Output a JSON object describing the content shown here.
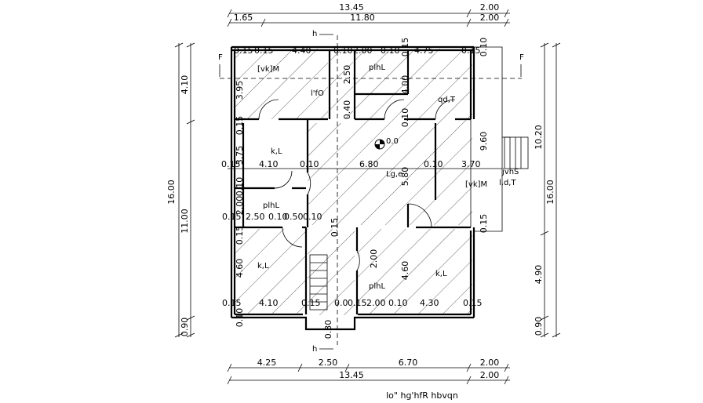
{
  "top_dims": {
    "total": "13.45",
    "right": "2.00",
    "seg1": "1.65",
    "seg2": "11.80",
    "seg3": "2.00"
  },
  "bottom_dims": {
    "seg1": "4.25",
    "seg2": "2.50",
    "seg3": "6.70",
    "seg4": "2.00",
    "total": "13.45",
    "right": "2.00"
  },
  "left_dims": {
    "total": "16.00",
    "top": "4.10",
    "mid": "11.00",
    "bottom": "0.90"
  },
  "right_dims": {
    "total": "16.00",
    "top": "10.20",
    "mid": "9.60",
    "low": "4.90",
    "bottom": "0.90"
  },
  "room_labels": {
    "top_left": "[vk]M",
    "fo": "l'fO",
    "pl_top": "plhL",
    "qd": "qd,T",
    "kl_left": "k,L",
    "center_mark": "0.0",
    "lg": "Lg,e",
    "vk_right": "[vk]M",
    "jns": "jvhS",
    "ldt": "l,d,T",
    "pl_left": "plhL",
    "kl_bottom": "k,L",
    "pl_bottom": "plhL",
    "kl_right": "k,L"
  },
  "inner_dims": {
    "r1": [
      "0.15",
      "0.15",
      "4.40",
      "0.10",
      "2.00",
      "0.10",
      "4.75",
      "0.15"
    ],
    "r2": [
      "0.15",
      "4.10",
      "0.10",
      "6.80",
      "0.10",
      "3.70"
    ],
    "r3": [
      "0.15",
      "2.50",
      "0.10",
      "0.50",
      "0.10"
    ],
    "r4": [
      "0.15",
      "4.10",
      "0.15",
      "0.0",
      "0.15",
      "2.00",
      "0.10",
      "4.30",
      "0.15"
    ],
    "vert_left": [
      "3.95",
      "3.75",
      "2.00",
      "4.60"
    ],
    "vert_mid": [
      "2.50",
      "0.40",
      "4.00",
      "5.80",
      "4.60",
      "2.00",
      "0.30"
    ],
    "vert_right": [
      "9.60",
      "0.15"
    ],
    "small": [
      "0.15",
      "0.10",
      "0.15",
      "0.10",
      "0.15",
      "0.10",
      "0.15",
      "0.10"
    ]
  },
  "markers": {
    "section_left": "F",
    "section_right": "F",
    "h_top": "h",
    "h_bottom": "h"
  },
  "caption": "lo\" hg'hfR hbvqn"
}
